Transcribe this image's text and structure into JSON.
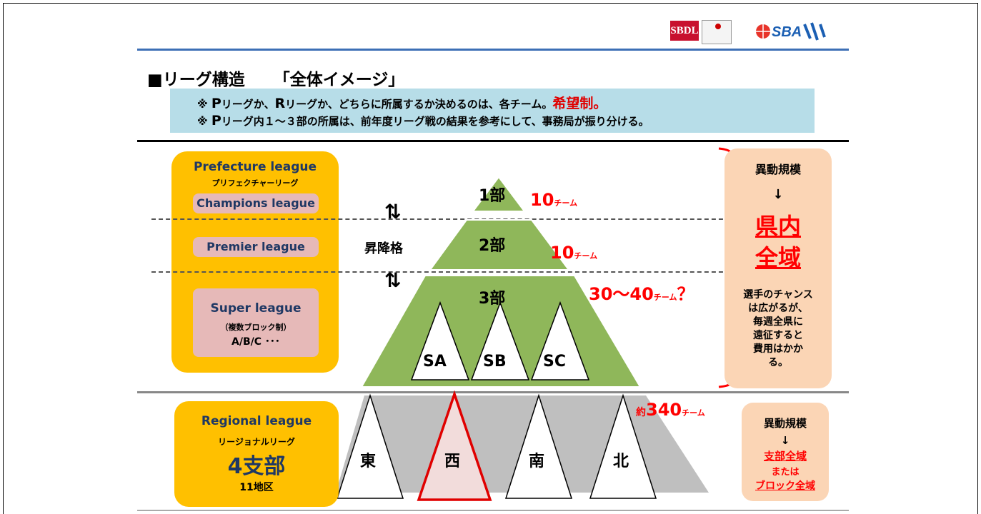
{
  "header": {
    "sbdl_logo_text": "SBDL",
    "sba_logo_text": "SBA"
  },
  "title": {
    "main": "■リーグ構造",
    "sub": "「全体イメージ」"
  },
  "notes": [
    {
      "mark": "※",
      "p1": "P",
      "t1": "リーグか、",
      "p2": "R",
      "t2": "リーグか、どちらに所属するか決めるのは、各チーム。",
      "red": "希望制。"
    },
    {
      "mark": "※",
      "p1": "P",
      "t1": "リーグ内１～３部の所属は、前年度リーグ戦の結果を参考にして、事務局が振り分ける。"
    }
  ],
  "prefecture": {
    "title": "Prefecture league",
    "kana": "プリフェクチャーリーグ",
    "champions": "Champions league",
    "premier": "Premier league",
    "super": "Super league",
    "super_note": "（複数ブロック制）",
    "super_blocks": "A/B/C ･･･"
  },
  "updown": {
    "label": "昇降格",
    "arrow": "⇅"
  },
  "pyramid": {
    "tier1": {
      "label": "1部",
      "count": "10",
      "unit": "チーム"
    },
    "tier2": {
      "label": "2部",
      "count": "10",
      "unit": "チーム"
    },
    "tier3": {
      "label": "3部",
      "count": "30～40",
      "unit": "チーム",
      "suffix": "？"
    },
    "blocks": [
      "SA",
      "SB",
      "SC"
    ]
  },
  "regional": {
    "title": "Regional league",
    "kana": "リージョナルリーグ",
    "branches": "4支部",
    "districts": "11地区",
    "approx": "約",
    "count": "340",
    "unit": "チーム",
    "areas": [
      "東",
      "西",
      "南",
      "北"
    ]
  },
  "right_top": {
    "title": "異動規模",
    "arrow": "↓",
    "scope1": "県内",
    "scope2": "全域",
    "desc": [
      "選手のチャンス",
      "は広がるが、",
      "毎週全県に",
      "遠征すると",
      "費用はかか",
      "る。"
    ]
  },
  "right_bottom": {
    "title": "異動規模",
    "arrow": "↓",
    "scope1": "支部全域",
    "or": "または",
    "scope2": "ブロック全域"
  },
  "colors": {
    "pyramid_green": "#8fb75a",
    "panel_orange": "#ffc000",
    "pink": "#e6b9b8",
    "peach": "#fbd5b5",
    "note_bg": "#b7dde8",
    "accent_red": "#ff0000"
  }
}
